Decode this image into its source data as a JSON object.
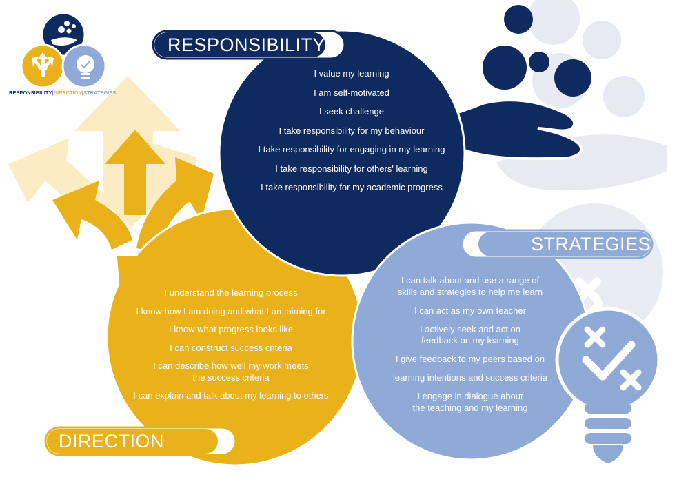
{
  "colors": {
    "navy": "#0f2a5f",
    "gold": "#e9b21a",
    "periwinkle": "#8faad6",
    "faint_gold": "#fbecc4",
    "faint_grey": "#e7eaf1"
  },
  "logo": {
    "caption_responsibility": "RESPONSIBILITY",
    "caption_separator": "|",
    "caption_direction": "DIRECTION",
    "caption_strategies": "STRATEGIES",
    "icons": [
      "hand-holding-balls-icon",
      "diverging-arrows-icon",
      "lightbulb-check-icon"
    ]
  },
  "responsibility": {
    "label": "RESPONSIBILITY",
    "items": [
      "I value my learning",
      "I am self-motivated",
      "I seek challenge",
      "I take responsibility for my behaviour",
      "I take responsibility for engaging in my learning",
      "I take responsibility for others' learning",
      "I take responsibility for my academic progress"
    ]
  },
  "direction": {
    "label": "DIRECTION",
    "items": [
      "I understand the learning process",
      "I know how I am doing and what I am aiming for",
      "I know what progress looks like",
      "I can construct success criteria",
      "I can describe how well my work meets\nthe success criteria",
      "I can explain and talk about my learning to others"
    ]
  },
  "strategies": {
    "label": "STRATEGIES",
    "items": [
      "I can talk about and use a range of\nskills and strategies to help me learn",
      "I can act as my own teacher",
      "I actively seek and act on\nfeedback on my learning",
      "I give feedback to my peers based on",
      "learning intentions and success criteria",
      "I engage in dialogue about\nthe teaching and my learning"
    ]
  }
}
